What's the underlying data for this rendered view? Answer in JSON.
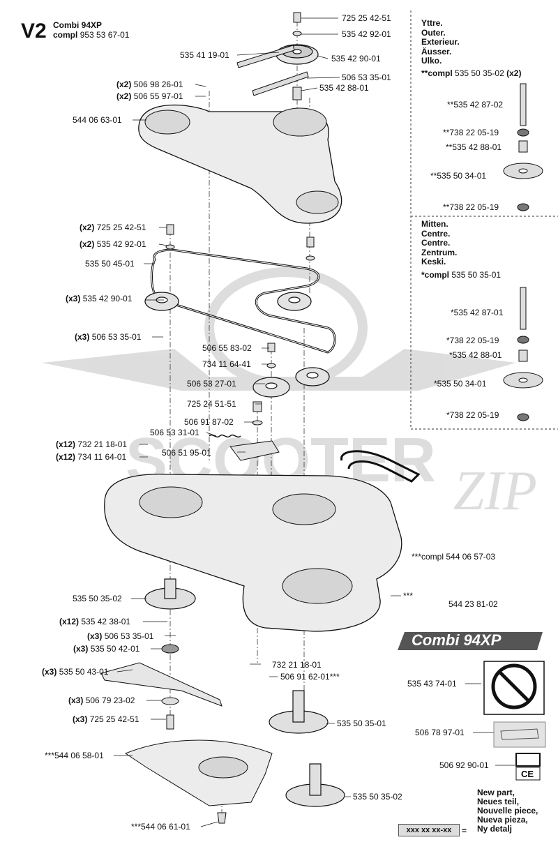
{
  "header": {
    "code": "V2",
    "model": "Combi 94XP",
    "compl_label": "compl",
    "compl_no": "953 53 67-01"
  },
  "side_panel": {
    "outer_lines": [
      "Yttre.",
      "Outer.",
      "Exterieur.",
      "Äusser.",
      "Ulko."
    ],
    "outer_compl": {
      "prefix": "**compl",
      "no": "535 50 35-02",
      "qty": "(x2)"
    },
    "outer_parts": [
      "**535 42 87-02",
      "**738 22 05-19",
      "**535 42 88-01",
      "**535 50 34-01",
      "**738 22 05-19"
    ],
    "center_lines": [
      "Mitten.",
      "Centre.",
      "Centre.",
      "Zentrum.",
      "Keski."
    ],
    "center_compl": {
      "prefix": "*compl",
      "no": "535 50 35-01"
    },
    "center_parts": [
      "*535 42 87-01",
      "*738 22 05-19",
      "*535 42 88-01",
      "*535 50 34-01",
      "*738 22 05-19"
    ]
  },
  "labels": [
    {
      "qty": "",
      "text": "725 25 42-51"
    },
    {
      "qty": "",
      "text": "535 42 92-01"
    },
    {
      "qty": "",
      "text": "535 41 19-01"
    },
    {
      "qty": "",
      "text": "535 42 90-01"
    },
    {
      "qty": "",
      "text": "506 53 35-01"
    },
    {
      "qty": "",
      "text": "535 42 88-01"
    },
    {
      "qty": "(x2)",
      "text": "506 98 26-01"
    },
    {
      "qty": "(x2)",
      "text": "506 55 97-01"
    },
    {
      "qty": "",
      "text": "544 06 63-01"
    },
    {
      "qty": "(x2)",
      "text": "725 25 42-51"
    },
    {
      "qty": "(x2)",
      "text": "535 42 92-01"
    },
    {
      "qty": "",
      "text": "535 50 45-01"
    },
    {
      "qty": "(x3)",
      "text": "535 42 90-01"
    },
    {
      "qty": "(x3)",
      "text": "506 53 35-01"
    },
    {
      "qty": "",
      "text": "506 55 83-02"
    },
    {
      "qty": "",
      "text": "734 11 64-41"
    },
    {
      "qty": "",
      "text": "506 53 27-01"
    },
    {
      "qty": "",
      "text": "725 24 51-51"
    },
    {
      "qty": "",
      "text": "506 91 87-02"
    },
    {
      "qty": "",
      "text": "506 53 31-01"
    },
    {
      "qty": "(x12)",
      "text": "732 21 18-01"
    },
    {
      "qty": "(x12)",
      "text": "734 11 64-01"
    },
    {
      "qty": "",
      "text": "506 51 95-01"
    },
    {
      "qty": "",
      "text": "***compl 544 06 57-03"
    },
    {
      "qty": "",
      "text": "535 50 35-02"
    },
    {
      "qty": "",
      "text": "***"
    },
    {
      "qty": "(x12)",
      "text": "535 42 38-01"
    },
    {
      "qty": "(x3)",
      "text": "506 53 35-01"
    },
    {
      "qty": "(x3)",
      "text": "535 50 42-01"
    },
    {
      "qty": "",
      "text": "732 21 18-01"
    },
    {
      "qty": "",
      "text": "506 91 62-01***"
    },
    {
      "qty": "(x3)",
      "text": "535 50 43-01"
    },
    {
      "qty": "(x3)",
      "text": "506 79 23-02"
    },
    {
      "qty": "(x3)",
      "text": "725 25 42-51"
    },
    {
      "qty": "",
      "text": "535 50 35-01"
    },
    {
      "qty": "",
      "text": "***544 06 58-01"
    },
    {
      "qty": "",
      "text": "535 50 35-02"
    },
    {
      "qty": "",
      "text": "***544 06 61-01"
    },
    {
      "qty": "",
      "text": "544 23 81-02"
    },
    {
      "qty": "",
      "text": "535 43 74-01"
    },
    {
      "qty": "",
      "text": "506 78 97-01"
    },
    {
      "qty": "",
      "text": "506 92 90-01"
    }
  ],
  "banner": {
    "text": "Combi 94XP"
  },
  "ce_mark": "CE",
  "legend": {
    "box": "xxx xx xx-xx",
    "prefix": "=",
    "lines": [
      "New part,",
      "Neues teil,",
      "Nouvelle piece,",
      "Nueva pieza,",
      "Ny detalj"
    ]
  },
  "watermark": {
    "text": "SCOOTER",
    "text2": "ZIP"
  }
}
